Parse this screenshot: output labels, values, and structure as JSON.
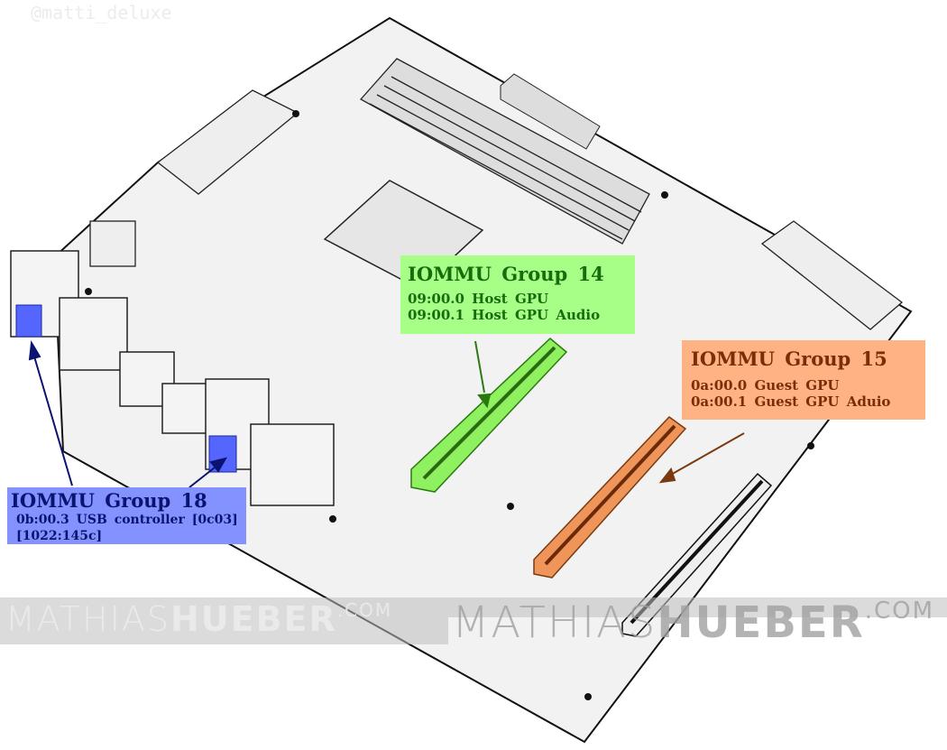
{
  "watermark_handle": "@matti_deluxe",
  "watermark_site": {
    "light": "MATHIAS",
    "bold": "HUEBER",
    "suffix": ".COM"
  },
  "groups": {
    "g14": {
      "title": "IOMMU Group 14",
      "lines": [
        "09:00.0 Host GPU",
        "09:00.1 Host GPU Audio"
      ],
      "color": "#a8ff88"
    },
    "g15": {
      "title": "IOMMU Group 15",
      "lines": [
        "0a:00.0 Guest GPU",
        "0a:00.1 Guest GPU Aduio"
      ],
      "color": "#ffb283"
    },
    "g18": {
      "title": "IOMMU Group 18",
      "lines": [
        "0b:00.3 USB controller [0c03]",
        "[1022:145c]"
      ],
      "color": "#8392ff"
    }
  }
}
